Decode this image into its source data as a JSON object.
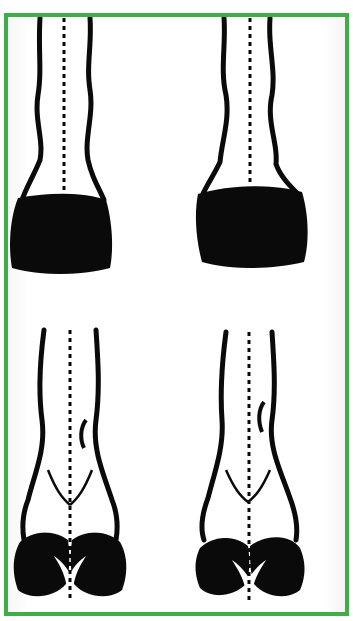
{
  "figure": {
    "frame_color": "#3fae48",
    "ink_color": "#0a0a0a",
    "background": "#ffffff",
    "panels": [
      {
        "row": "top",
        "col": "left",
        "subject": "hoof-lateral-view"
      },
      {
        "row": "top",
        "col": "right",
        "subject": "hoof-lateral-view"
      },
      {
        "row": "bottom",
        "col": "left",
        "subject": "hoof-palmar-view"
      },
      {
        "row": "bottom",
        "col": "right",
        "subject": "hoof-palmar-view"
      }
    ]
  }
}
